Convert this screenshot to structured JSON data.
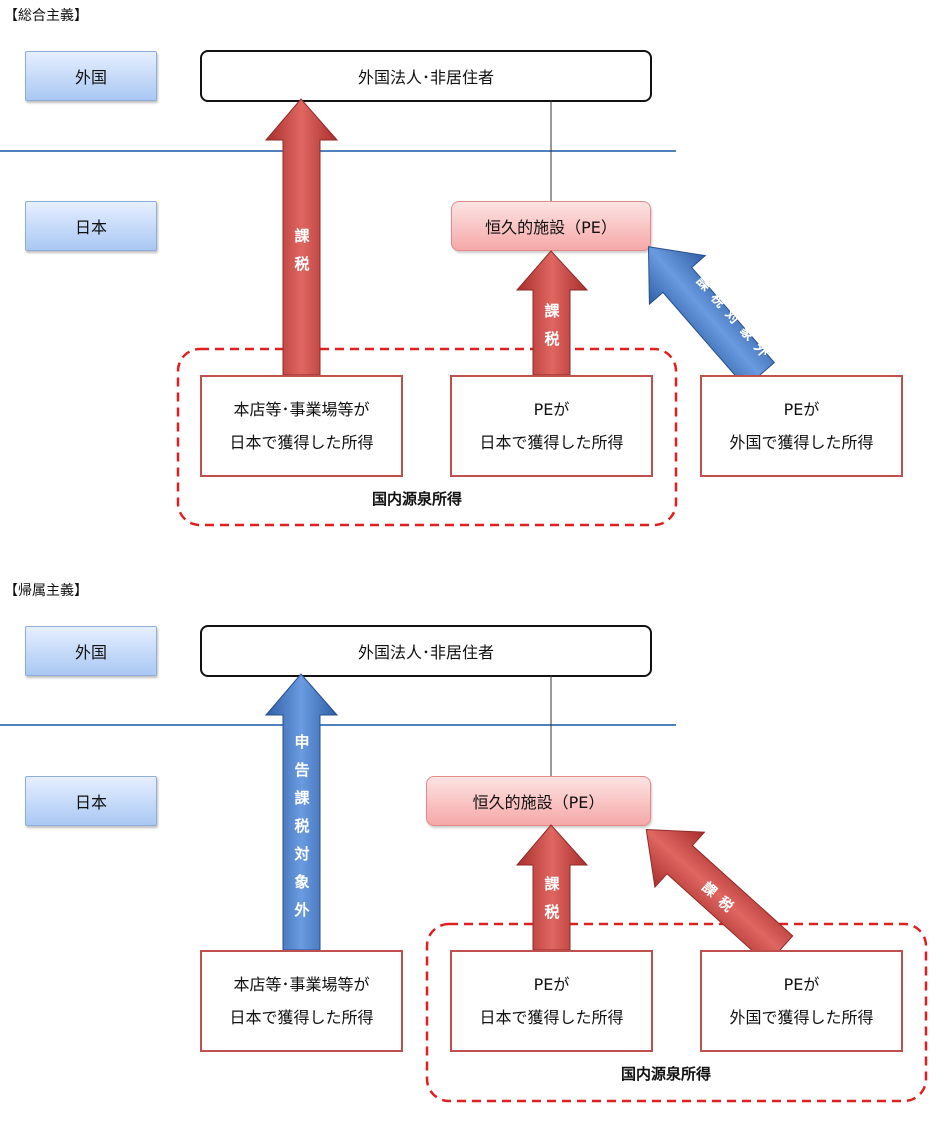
{
  "sections": [
    {
      "title": "【総合主義】",
      "regions": {
        "foreign": "外国",
        "japan": "日本"
      },
      "entity": "外国法人･非居住者",
      "pe": "恒久的施設（PE）",
      "incomes": [
        {
          "line1": "本店等･事業場等が",
          "line2": "日本で獲得した所得"
        },
        {
          "line1": "PEが",
          "line2": "日本で獲得した所得"
        },
        {
          "line1": "PEが",
          "line2": "外国で獲得した所得"
        }
      ],
      "source_label": "国内源泉所得",
      "arrows": [
        {
          "label": "課税",
          "color": "red"
        },
        {
          "label": "課税",
          "color": "red"
        },
        {
          "label": "課税対象外",
          "color": "blue"
        }
      ]
    },
    {
      "title": "【帰属主義】",
      "regions": {
        "foreign": "外国",
        "japan": "日本"
      },
      "entity": "外国法人･非居住者",
      "pe": "恒久的施設（PE）",
      "incomes": [
        {
          "line1": "本店等･事業場等が",
          "line2": "日本で獲得した所得"
        },
        {
          "line1": "PEが",
          "line2": "日本で獲得した所得"
        },
        {
          "line1": "PEが",
          "line2": "外国で獲得した所得"
        }
      ],
      "source_label": "国内源泉所得",
      "arrows": [
        {
          "label": "申告課税対象外",
          "color": "blue"
        },
        {
          "label": "課税",
          "color": "red"
        },
        {
          "label": "課税",
          "color": "red"
        }
      ]
    }
  ],
  "colors": {
    "red_arrow": "#c0403c",
    "blue_arrow": "#3f74c1",
    "boundary_line": "#4f81bd",
    "dashed_border": "#e02020"
  }
}
